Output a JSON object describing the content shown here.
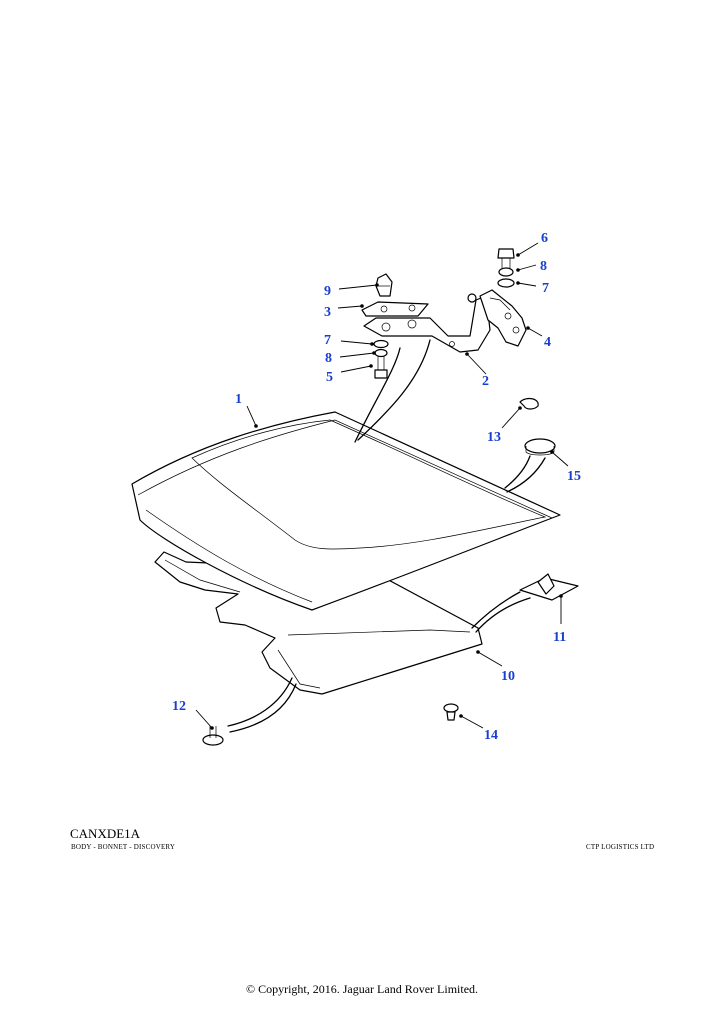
{
  "callouts": [
    {
      "id": "c1",
      "label": "1"
    },
    {
      "id": "c2",
      "label": "2"
    },
    {
      "id": "c3",
      "label": "3"
    },
    {
      "id": "c4",
      "label": "4"
    },
    {
      "id": "c5",
      "label": "5"
    },
    {
      "id": "c6",
      "label": "6"
    },
    {
      "id": "c7a",
      "label": "7"
    },
    {
      "id": "c7b",
      "label": "7"
    },
    {
      "id": "c8a",
      "label": "8"
    },
    {
      "id": "c8b",
      "label": "8"
    },
    {
      "id": "c9",
      "label": "9"
    },
    {
      "id": "c10",
      "label": "10"
    },
    {
      "id": "c11",
      "label": "11"
    },
    {
      "id": "c12",
      "label": "12"
    },
    {
      "id": "c13",
      "label": "13"
    },
    {
      "id": "c14",
      "label": "14"
    },
    {
      "id": "c15",
      "label": "15"
    }
  ],
  "footer": {
    "ref_code": "CANXDE1A",
    "caption_left": "BODY - BONNET - DISCOVERY",
    "caption_right": "CTP LOGISTICS LTD",
    "copyright": "© Copyright, 2016. Jaguar Land Rover Limited."
  },
  "colors": {
    "callout": "#1a3fd0",
    "line": "#000000",
    "background": "#ffffff"
  }
}
